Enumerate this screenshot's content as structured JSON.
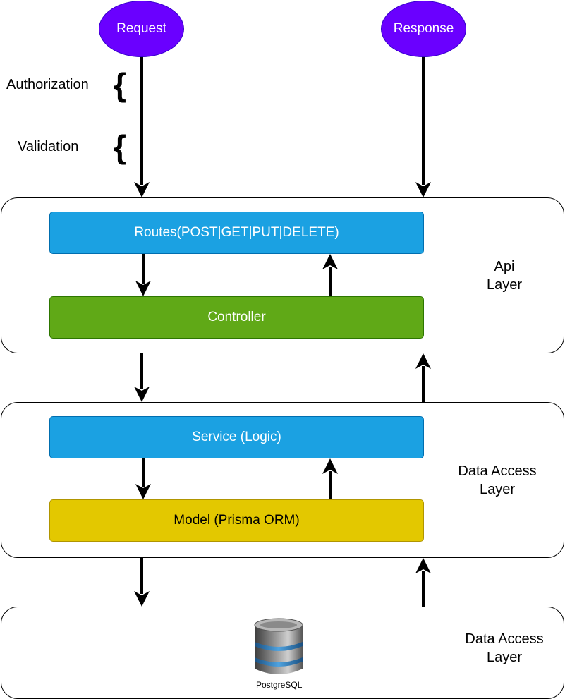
{
  "request": {
    "label": "Request",
    "color": "#6a00ff"
  },
  "response": {
    "label": "Response",
    "color": "#6a00ff"
  },
  "middleware": {
    "authorization": "Authorization",
    "validation": "Validation",
    "brace": "{"
  },
  "api_layer": {
    "label_line1": "Api",
    "label_line2": "Layer",
    "routes": {
      "label": "Routes(POST|GET|PUT|DELETE)",
      "color": "#1ba1e2"
    },
    "controller": {
      "label": "Controller",
      "color": "#60a917"
    }
  },
  "data_access_layer": {
    "label_line1": "Data Access",
    "label_line2": "Layer",
    "service": {
      "label": "Service (Logic)",
      "color": "#1ba1e2"
    },
    "model": {
      "label": "Model (Prisma ORM)",
      "color": "#e3c800"
    }
  },
  "database_layer": {
    "label_line1": "Data Access",
    "label_line2": "Layer",
    "database": {
      "label": "PostgreSQL",
      "icon": "database-icon"
    }
  }
}
